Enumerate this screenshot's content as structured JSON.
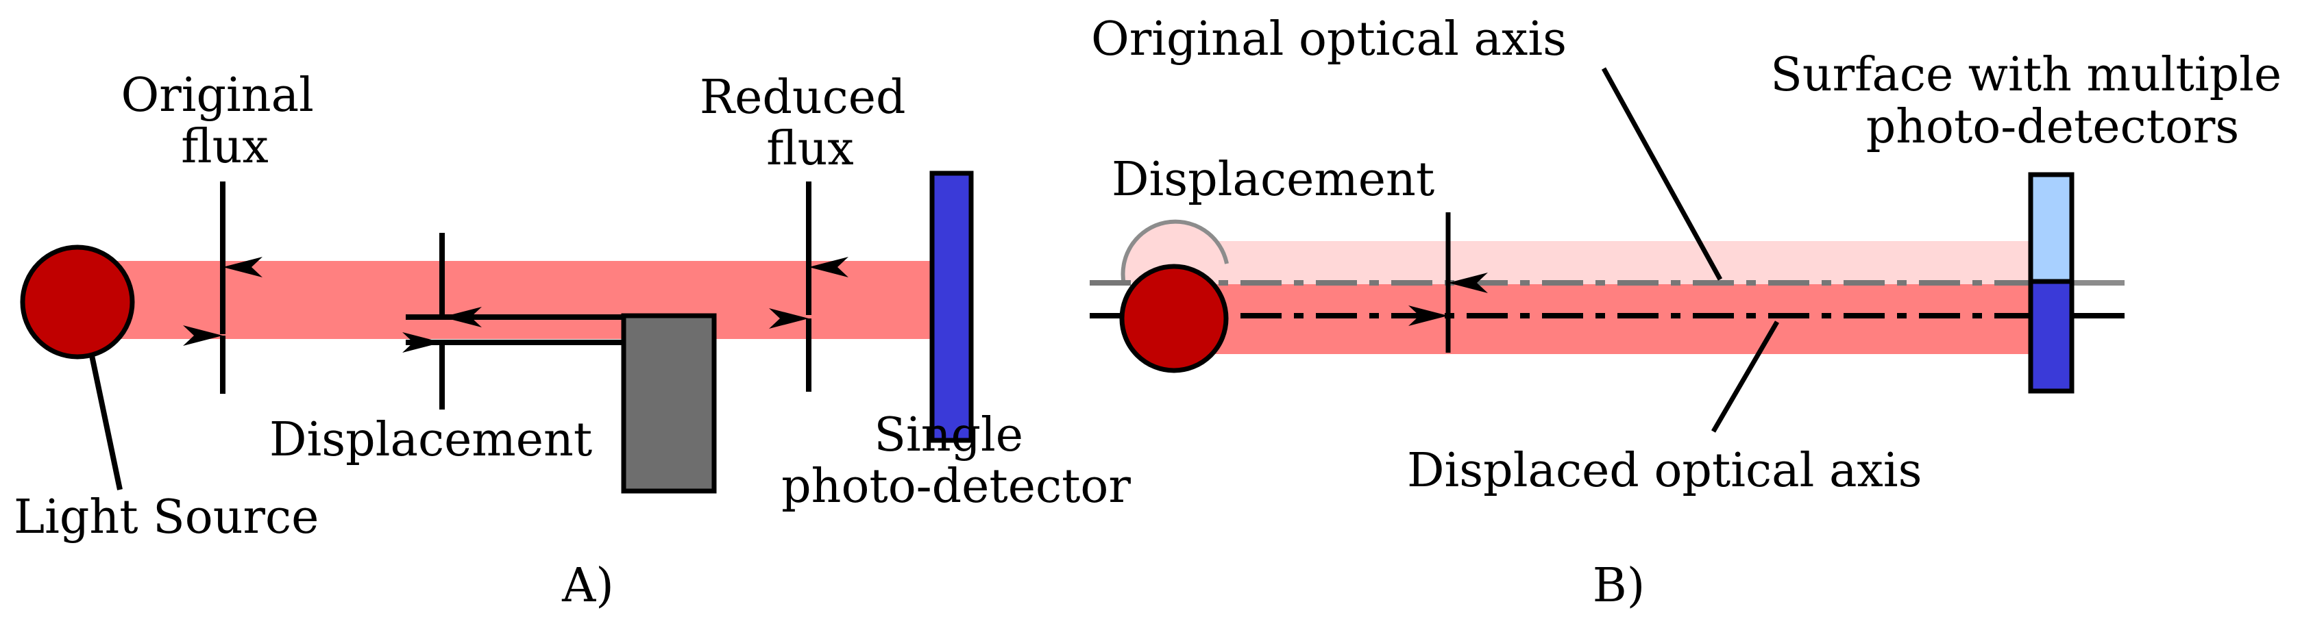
{
  "panel_a": {
    "caption": "A)",
    "light_source": "Light Source",
    "original_flux": [
      "Original",
      "flux"
    ],
    "reduced_flux": [
      "Reduced",
      "flux"
    ],
    "displacement": "Displacement",
    "detector": [
      "Single",
      "photo-detector"
    ]
  },
  "panel_b": {
    "caption": "B)",
    "original_axis": "Original optical axis",
    "displaced_axis": "Displaced optical axis",
    "displacement": "Displacement",
    "detector": [
      "Surface with multiple",
      "photo-detectors"
    ]
  },
  "colors": {
    "beam": "#ff8080",
    "beam_faded": "#ffd8d8",
    "source": "#c00000",
    "obstacle": "#6e6e6e",
    "detector": "#3a3ad8",
    "detector_light": "#a8d0ff",
    "outline": "#000000",
    "ghost": "#8c8c8c"
  },
  "icons": {
    "light_source": "light-source-circle-icon",
    "obstacle": "obstacle-block-icon",
    "detector": "photo-detector-icon"
  }
}
